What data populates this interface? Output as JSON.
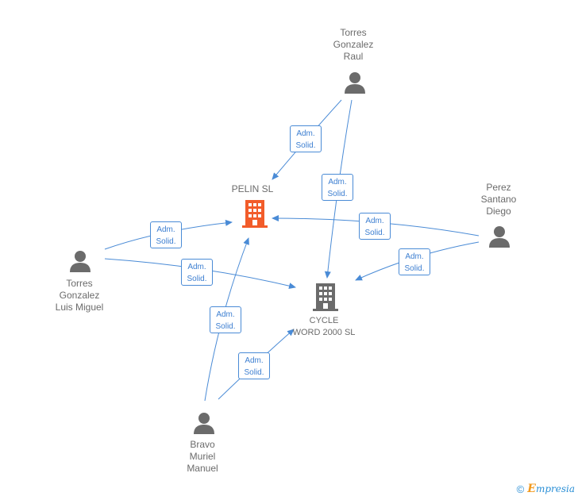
{
  "people": {
    "raul": {
      "label": "Torres\nGonzalez\nRaul",
      "icon": "person-icon"
    },
    "diego": {
      "label": "Perez\nSantano\nDiego",
      "icon": "person-icon"
    },
    "luis": {
      "label": "Torres\nGonzalez\nLuis Miguel",
      "icon": "person-icon"
    },
    "manuel": {
      "label": "Bravo\nMuriel\nManuel",
      "icon": "person-icon"
    }
  },
  "companies": {
    "pelin": {
      "label": "PELIN SL",
      "icon": "building-icon",
      "color": "#f25c2a"
    },
    "cycle": {
      "label": "CYCLE\nWORD 2000 SL",
      "icon": "building-icon",
      "color": "#6b6b6b"
    }
  },
  "relations": [
    {
      "from": "raul",
      "to": "pelin",
      "line1": "Adm.",
      "line2": "Solid."
    },
    {
      "from": "raul",
      "to": "cycle",
      "line1": "Adm.",
      "line2": "Solid."
    },
    {
      "from": "diego",
      "to": "pelin",
      "line1": "Adm.",
      "line2": "Solid."
    },
    {
      "from": "diego",
      "to": "cycle",
      "line1": "Adm.",
      "line2": "Solid."
    },
    {
      "from": "luis",
      "to": "pelin",
      "line1": "Adm.",
      "line2": "Solid."
    },
    {
      "from": "luis",
      "to": "cycle",
      "line1": "Adm.",
      "line2": "Solid."
    },
    {
      "from": "manuel",
      "to": "pelin",
      "line1": "Adm.",
      "line2": "Solid."
    },
    {
      "from": "manuel",
      "to": "cycle",
      "line1": "Adm.",
      "line2": "Solid."
    }
  ],
  "colors": {
    "edge": "#4a8bd6",
    "person": "#6b6b6b"
  },
  "footer": {
    "copyright": "©",
    "brand_initial": "E",
    "brand_rest": "mpresia"
  }
}
